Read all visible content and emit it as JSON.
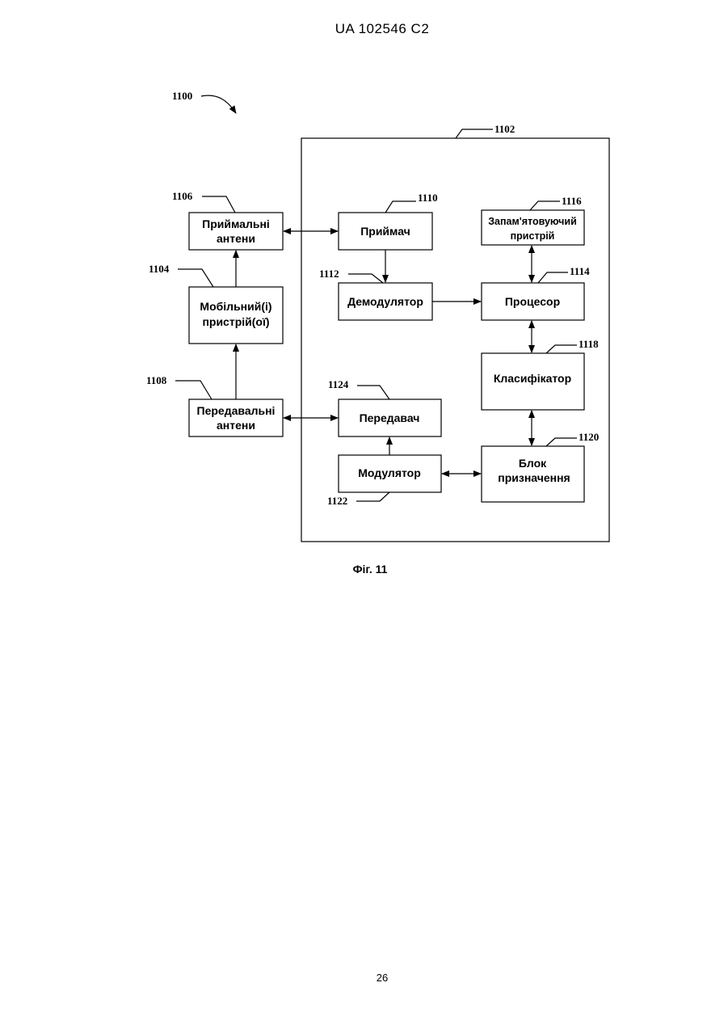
{
  "header": {
    "patent": "UA   102546   C2"
  },
  "figure": {
    "ref_main": "1100",
    "ref_container": "1102",
    "caption": "Фіг. 11",
    "blocks": {
      "rx_antennas": {
        "ref": "1106",
        "line1": "Приймальні",
        "line2": "антени"
      },
      "mobile": {
        "ref": "1104",
        "line1": "Мобільний(і)",
        "line2": "пристрій(ої)"
      },
      "tx_antennas": {
        "ref": "1108",
        "line1": "Передавальні",
        "line2": "антени"
      },
      "receiver": {
        "ref": "1110",
        "label": "Приймач"
      },
      "demodulator": {
        "ref": "1112",
        "label": "Демодулятор"
      },
      "memory": {
        "ref": "1116",
        "line1": "Запам'ятовуючий",
        "line2": "пристрій"
      },
      "processor": {
        "ref": "1114",
        "label": "Процесор"
      },
      "classifier": {
        "ref": "1118",
        "label": "Класифікатор"
      },
      "assignment": {
        "ref": "1120",
        "line1": "Блок",
        "line2": "призначення"
      },
      "transmitter": {
        "ref": "1124",
        "label": "Передавач"
      },
      "modulator": {
        "ref": "1122",
        "label": "Модулятор"
      }
    }
  },
  "footer": {
    "page_number": "26"
  }
}
